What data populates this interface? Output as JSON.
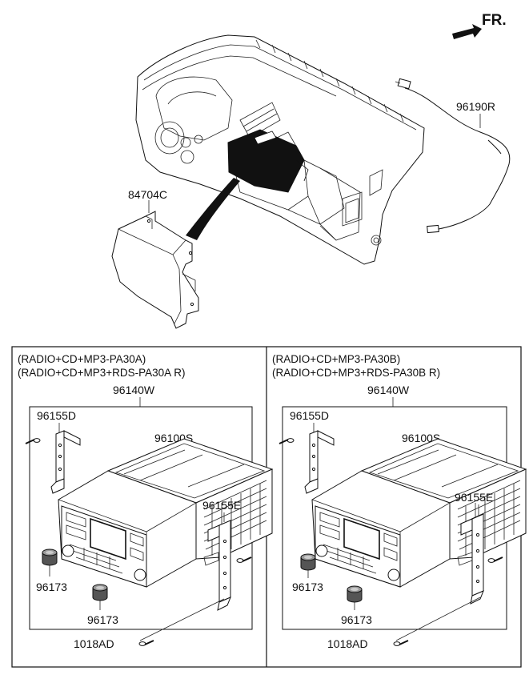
{
  "direction": {
    "label": "FR."
  },
  "overview": {
    "bracket_label": "84704C",
    "cable_label": "96190R"
  },
  "panels": [
    {
      "variants": [
        "(RADIO+CD+MP3-PA30A)",
        "(RADIO+CD+MP3+RDS-PA30A R)"
      ],
      "assembly_label": "96140W",
      "bracket_left_label": "96155D",
      "unit_label": "96100S",
      "bracket_right_label": "96155E",
      "knob_label_1": "96173",
      "knob_label_2": "96173",
      "screw_label": "1018AD"
    },
    {
      "variants": [
        "(RADIO+CD+MP3-PA30B)",
        "(RADIO+CD+MP3+RDS-PA30B R)"
      ],
      "assembly_label": "96140W",
      "bracket_left_label": "96155D",
      "unit_label": "96100S",
      "bracket_right_label": "96155E",
      "knob_label_1": "96173",
      "knob_label_2": "96173",
      "screw_label": "1018AD"
    }
  ]
}
